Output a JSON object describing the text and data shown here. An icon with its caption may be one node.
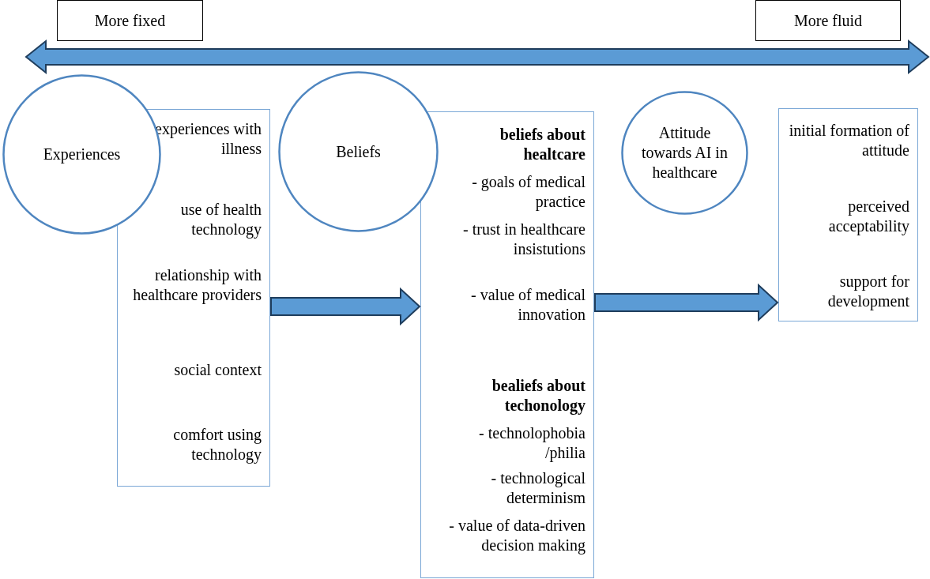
{
  "diagram": {
    "nodes": [
      {
        "text": [
          "More fixed"
        ]
      },
      {
        "text": [
          "More fluid"
        ]
      },
      {
        "text": [
          "Experiences"
        ]
      },
      {
        "text": [
          "experiences with illness",
          "use of health technology",
          "relationship with healthcare providers",
          "social context",
          "comfort using technology"
        ]
      },
      {
        "text": [
          "Beliefs"
        ]
      },
      {
        "text": [
          "beliefs about healtcare",
          "- goals of medical practice",
          "- trust in healthcare insistutions",
          "- value of medical innovation",
          "bealiefs about techonology",
          "- technolophobia /philia",
          "- technological determinism",
          "- value of data-driven decision making"
        ]
      },
      {
        "text": [
          "Attitude towards AI in healthcare"
        ]
      },
      {
        "text": [
          "initial formation of attitude",
          "perceived acceptability",
          "support for development"
        ]
      }
    ],
    "edges": [
      {
        "from": 3,
        "to": 5,
        "arrow": "to"
      },
      {
        "from": 5,
        "to": 7,
        "arrow": "to"
      }
    ]
  }
}
